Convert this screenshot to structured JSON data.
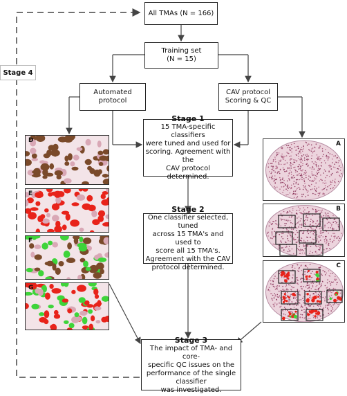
{
  "nodes": {
    "all_tmas": "All TMAs (N = 166)",
    "training_set": [
      "Training set",
      "(N = 15)"
    ],
    "automated": [
      "Automated",
      "protocol"
    ],
    "cav": [
      "CAV protocol",
      "Scoring & QC"
    ],
    "stage1": {
      "title": "Stage 1",
      "lines": [
        "15 TMA-specific classifiers",
        "were tuned and used for",
        "scoring. Agreement with the",
        "CAV protocol determined."
      ]
    },
    "stage2": {
      "title": "Stage 2",
      "lines": [
        "One classifier selected, tuned",
        "across 15 TMA's and used to",
        "score all 15 TMA's.",
        "Agreement with the CAV",
        "protocol determined."
      ]
    },
    "stage3": {
      "title": "Stage 3",
      "lines": [
        "The impact of TMA- and core-",
        "specific QC issues on the",
        "performance of the single classifier",
        "was investigated."
      ]
    },
    "stage4": "Stage 4"
  },
  "panels": {
    "left": [
      "D",
      "E",
      "F",
      "G"
    ],
    "right": [
      "A",
      "B",
      "C"
    ]
  },
  "colors": {
    "brown": "#7a4a2a",
    "red": "#e8231a",
    "green": "#3ed43a",
    "pink": "#d9a8b6",
    "core": "#c98fa8"
  }
}
